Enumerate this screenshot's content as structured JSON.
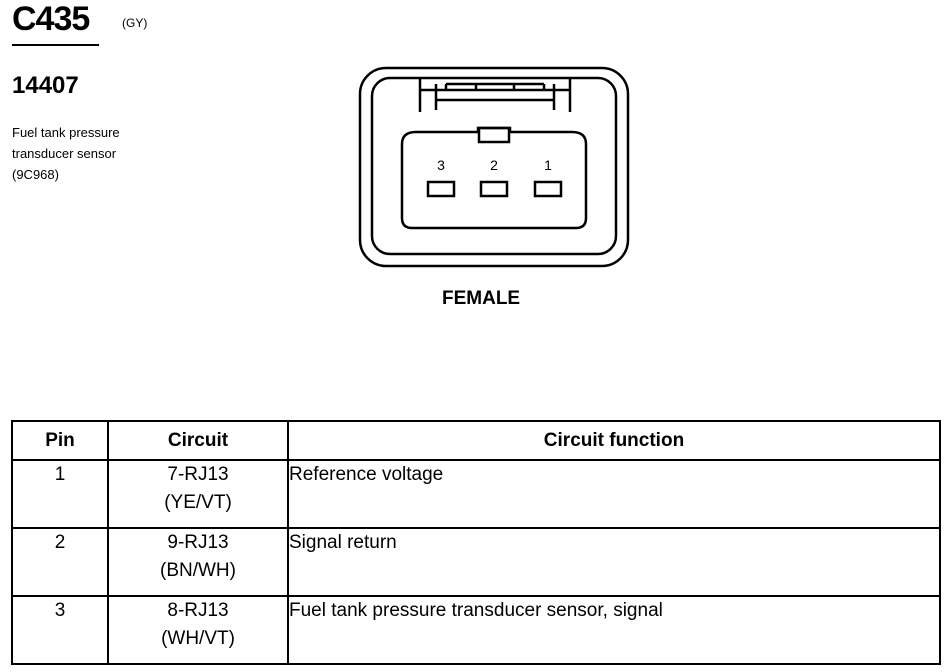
{
  "connector": {
    "id": "C435",
    "color_code": "(GY)",
    "part_number": "14407",
    "description_lines": [
      "Fuel tank pressure",
      "transducer sensor",
      "(9C968)"
    ],
    "pin_labels": [
      "3",
      "2",
      "1"
    ],
    "gender": "FEMALE"
  },
  "table": {
    "headers": {
      "pin": "Pin",
      "circuit": "Circuit",
      "function": "Circuit function"
    },
    "rows": [
      {
        "pin": "1",
        "circuit": "7-RJ13",
        "color": "(YE/VT)",
        "function": "Reference voltage"
      },
      {
        "pin": "2",
        "circuit": "9-RJ13",
        "color": "(BN/WH)",
        "function": "Signal return"
      },
      {
        "pin": "3",
        "circuit": "8-RJ13",
        "color": "(WH/VT)",
        "function": "Fuel tank pressure transducer sensor, signal"
      }
    ]
  }
}
